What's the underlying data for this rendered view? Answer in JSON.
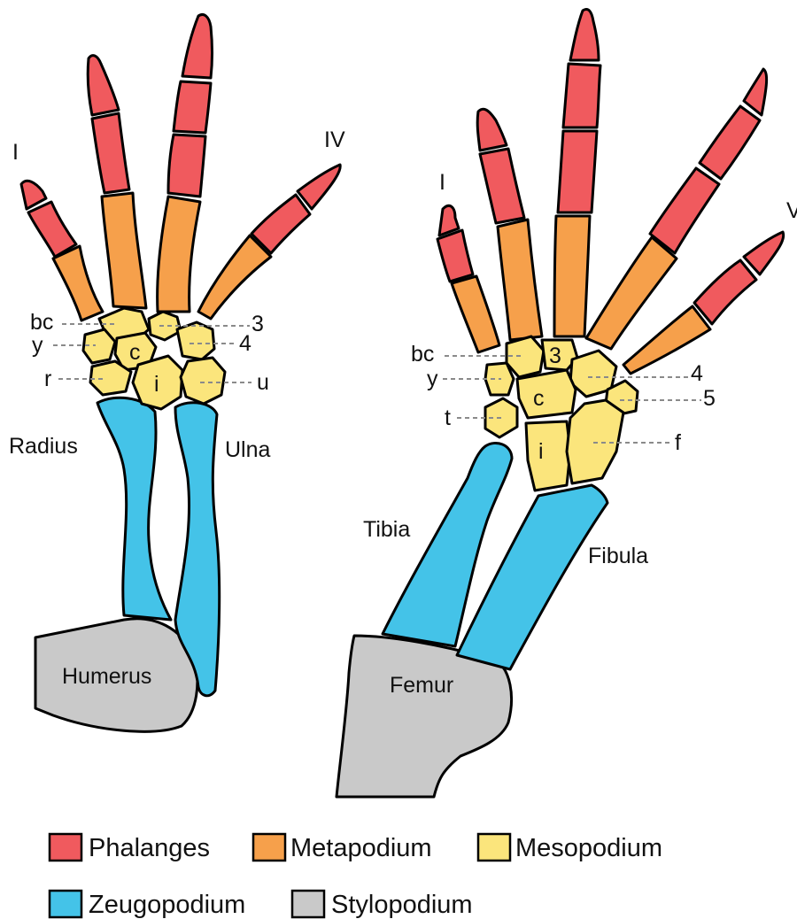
{
  "colors": {
    "phalanges": "#f05a5e",
    "metapodium": "#f6a04b",
    "mesopodium": "#fbe57c",
    "zeugopodium": "#44c3e8",
    "stylopodium": "#c9c9c9"
  },
  "forelimb": {
    "digit_first": "I",
    "digit_last": "IV",
    "carpals": {
      "bc": "bc",
      "y": "y",
      "r": "r",
      "c": "c",
      "i": "i",
      "n3": "3",
      "n4": "4",
      "u": "u"
    },
    "radius": "Radius",
    "ulna": "Ulna",
    "humerus": "Humerus"
  },
  "hindlimb": {
    "digit_first": "I",
    "digit_last": "V",
    "tarsals": {
      "bc": "bc",
      "y": "y",
      "t": "t",
      "n3": "3",
      "c": "c",
      "i": "i",
      "n4": "4",
      "n5": "5",
      "f": "f"
    },
    "tibia": "Tibia",
    "fibula": "Fibula",
    "femur": "Femur"
  },
  "legend": [
    {
      "label": "Phalanges",
      "color": "#f05a5e"
    },
    {
      "label": "Metapodium",
      "color": "#f6a04b"
    },
    {
      "label": "Mesopodium",
      "color": "#fbe57c"
    },
    {
      "label": "Zeugopodium",
      "color": "#44c3e8"
    },
    {
      "label": "Stylopodium",
      "color": "#c9c9c9"
    }
  ]
}
